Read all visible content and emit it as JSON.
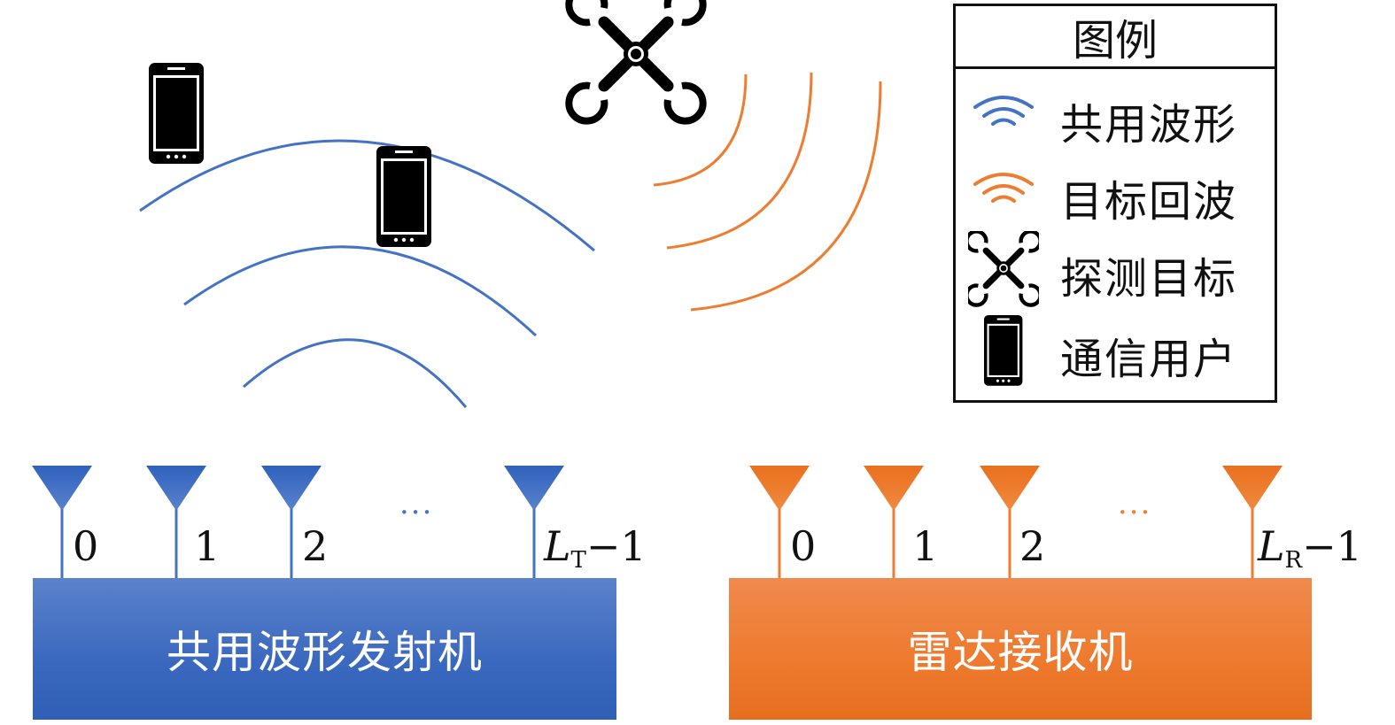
{
  "colors": {
    "shared_waveform": "#4472c4",
    "target_echo": "#ed7d31",
    "icon": "#000000",
    "legend_border": "#111111"
  },
  "legend": {
    "title": "图例",
    "items": [
      {
        "icon": "wave-blue-icon",
        "label": "共用波形"
      },
      {
        "icon": "wave-orange-icon",
        "label": "目标回波"
      },
      {
        "icon": "drone-icon",
        "label": "探测目标"
      },
      {
        "icon": "smartphone-icon",
        "label": "通信用户"
      }
    ]
  },
  "transmitter": {
    "label": "共用波形发射机",
    "antenna_labels": [
      "0",
      "1",
      "2"
    ],
    "ellipsis": "···",
    "last_antenna": {
      "symbol": "L",
      "subscript": "T",
      "suffix": "−1"
    }
  },
  "receiver": {
    "label": "雷达接收机",
    "antenna_labels": [
      "0",
      "1",
      "2"
    ],
    "ellipsis": "···",
    "last_antenna": {
      "symbol": "L",
      "subscript": "R",
      "suffix": "−1"
    }
  },
  "scene": {
    "drone": "drone-icon",
    "phones": [
      "smartphone-icon",
      "smartphone-icon"
    ],
    "shared_wave_arcs": 3,
    "echo_wave_arcs": 3
  }
}
